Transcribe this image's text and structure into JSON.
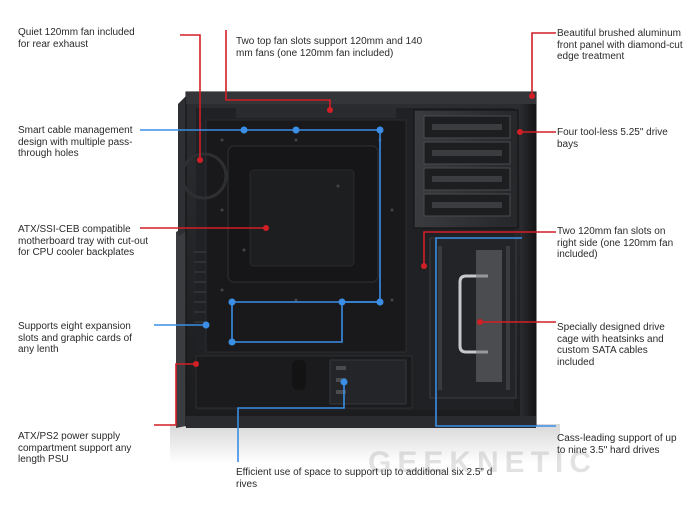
{
  "colors": {
    "red": "#d21f26",
    "blue": "#3a8ee6",
    "case": "#1c1c1e",
    "panel": "#26272a",
    "tray": "#1a1a1c"
  },
  "callouts": {
    "rear_fan": "Quiet 120mm fan included\nfor rear exhaust",
    "top_fans": "Two top fan slots support 120mm and 140\nmm fans (one 120mm fan included)",
    "front_panel": "Beautiful brushed aluminum\nfront panel with diamond-cut\nedge treatment",
    "cable_mgmt": "Smart cable management\ndesign with multiple pass-\nthrough holes",
    "bays_525": "Four tool-less 5.25\" drive\nbays",
    "mb_tray": "ATX/SSI-CEB compatible\nmotherboard tray with cut-out\nfor CPU cooler backplates",
    "side_fans": "Two 120mm fan slots on\nright side (one 120mm fan\nincluded)",
    "expansion": "Supports eight expansion\nslots and graphic cards of\nany lenth",
    "drive_cage": "Specially designed drive\ncage with heatsinks and\ncustom SATA cables\nincluded",
    "psu": "ATX/PS2 power supply\ncompartment support any\nlength PSU",
    "hdd_support": "Cass-leading support of up\nto nine 3.5\" hard drives",
    "space_25": "Efficient use of space to support up to additional six 2.5\" d\nrives"
  },
  "watermark": {
    "text": "GEEKNETIC"
  }
}
